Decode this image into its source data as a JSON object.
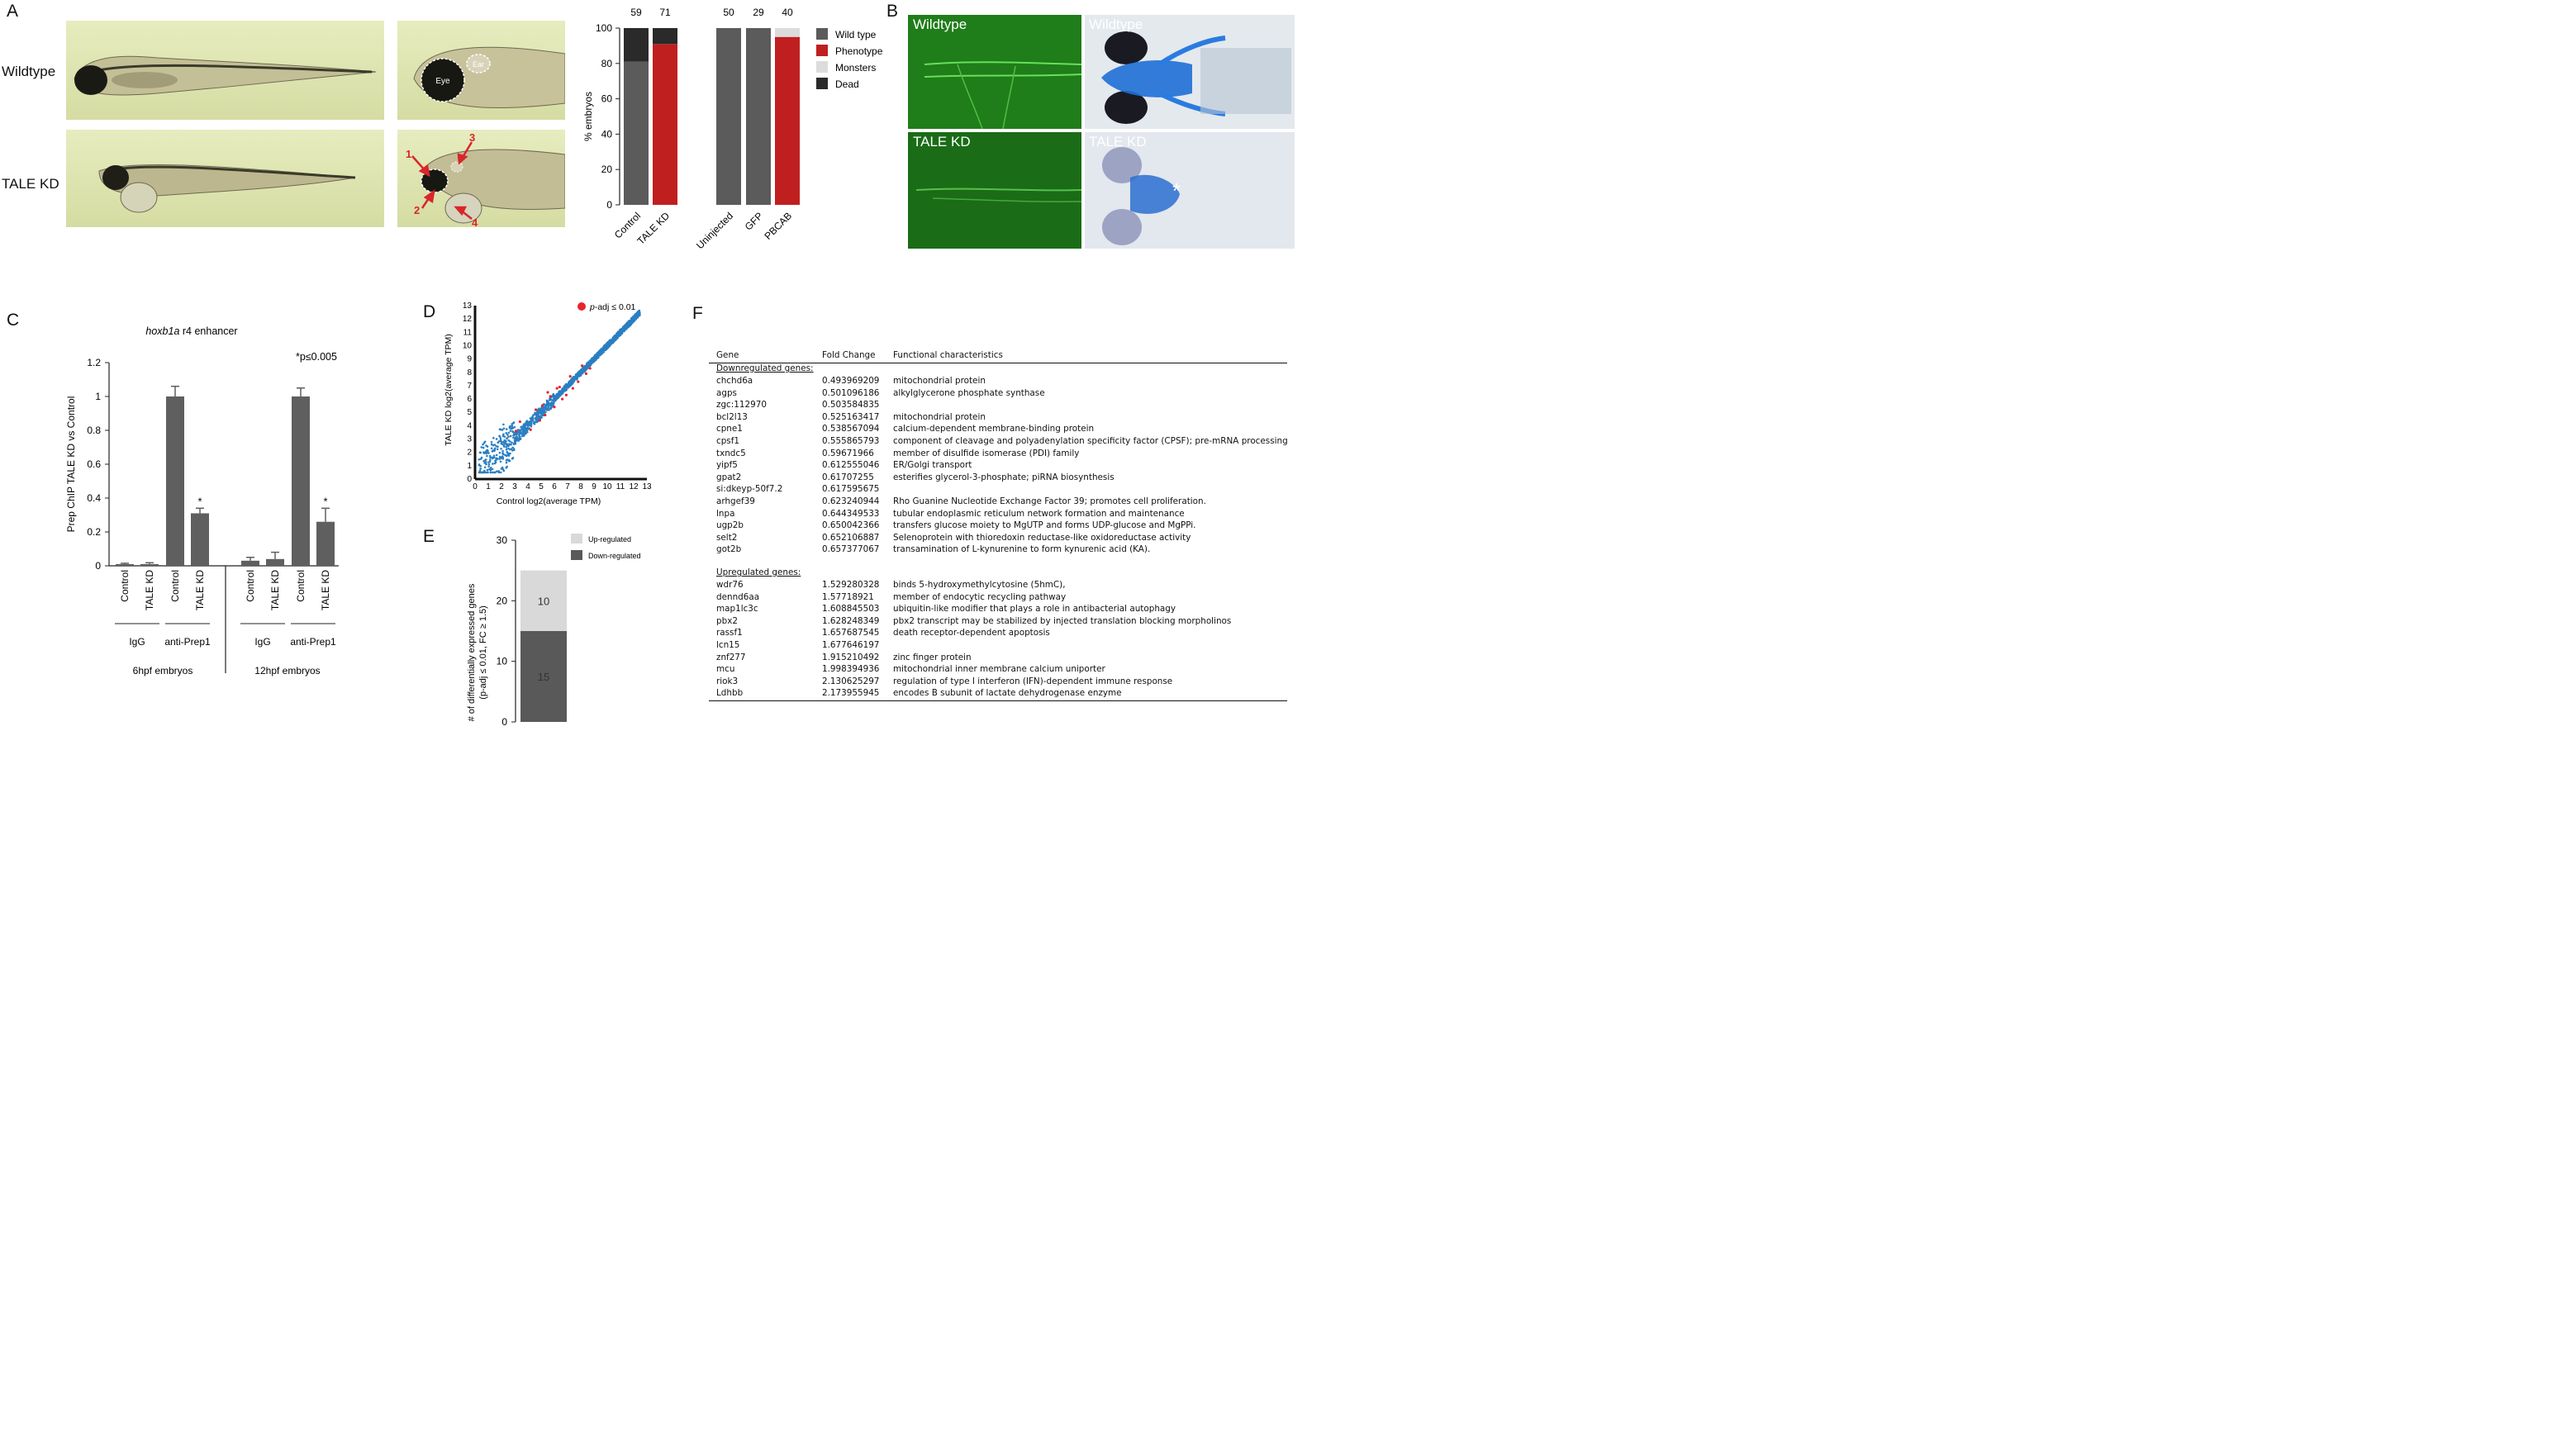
{
  "panels": {
    "A": "A",
    "B": "B",
    "C": "C",
    "D": "D",
    "E": "E",
    "F": "F"
  },
  "panelA": {
    "row_labels": [
      "Wildtype",
      "TALE KD"
    ],
    "eye_label": "Eye",
    "ear_label": "Ear",
    "arrow_numbers": [
      "1",
      "2",
      "3",
      "4"
    ],
    "arrow_color": "#d8262a"
  },
  "panelB": {
    "labels": [
      "Wildtype",
      "Wildtype",
      "TALE KD",
      "TALE KD"
    ],
    "asterisk": "*"
  },
  "chart_data": [
    {
      "id": "A-bar",
      "type": "bar",
      "stacked": true,
      "categories": [
        "Control",
        "TALE KD",
        "Uninjected",
        "GFP",
        "PBCAB"
      ],
      "counts": [
        "59",
        "71",
        "50",
        "29",
        "40"
      ],
      "ylabel": "% embryos",
      "ylim": [
        0,
        100
      ],
      "yticks": [
        0,
        20,
        40,
        60,
        80,
        100
      ],
      "legend": [
        "Wild type",
        "Phenotype",
        "Monsters",
        "Dead"
      ],
      "colors": {
        "Wild type": "#5b5b5b",
        "Phenotype": "#c01f1f",
        "Monsters": "#dcdcdc",
        "Dead": "#2a2a2a"
      },
      "series": [
        {
          "name": "Wild type",
          "values": [
            81,
            0,
            100,
            100,
            0
          ]
        },
        {
          "name": "Phenotype",
          "values": [
            0,
            91,
            0,
            0,
            95
          ]
        },
        {
          "name": "Monsters",
          "values": [
            0,
            0,
            0,
            0,
            5
          ]
        },
        {
          "name": "Dead",
          "values": [
            19,
            9,
            0,
            0,
            0
          ]
        }
      ]
    },
    {
      "id": "C-bar",
      "type": "bar",
      "title": "r4 enhancer",
      "title_gene": "hoxb1a",
      "annotation": "*p≤0.005",
      "ylabel": "Prep ChIP TALE KD vs Control",
      "ylim": [
        0,
        1.2
      ],
      "yticks": [
        "0",
        "0.2",
        "0.4",
        "0.6",
        "0.8",
        "1",
        "1.2"
      ],
      "categories": [
        "Control",
        "TALE KD",
        "Control",
        "TALE KD",
        "Control",
        "TALE KD",
        "Control",
        "TALE KD"
      ],
      "values": [
        0.01,
        0.01,
        1.0,
        0.31,
        0.03,
        0.04,
        1.0,
        0.26
      ],
      "errors": [
        0.005,
        0.008,
        0.06,
        0.03,
        0.02,
        0.04,
        0.05,
        0.08
      ],
      "significance": [
        "",
        "",
        "",
        "*",
        "",
        "",
        "",
        "*"
      ],
      "group_labels": [
        "IgG",
        "anti-Prep1",
        "IgG",
        "anti-Prep1"
      ],
      "timepoints": [
        "6hpf embryos",
        "12hpf embryos"
      ],
      "bar_color": "#5f5f5f"
    },
    {
      "id": "D-scatter",
      "type": "scatter",
      "xlabel": "Control log2(average TPM)",
      "ylabel": "TALE KD log2(average TPM)",
      "xlim": [
        0,
        13
      ],
      "ylim": [
        0,
        13
      ],
      "ticks": [
        "0",
        "1",
        "2",
        "3",
        "4",
        "5",
        "6",
        "7",
        "8",
        "9",
        "10",
        "11",
        "12",
        "13"
      ],
      "legend": "p-adj ≤ 0.01",
      "legend_italic": "p",
      "legend_rest": "-adj ≤ 0.01",
      "point_color": "#2b7fc1",
      "highlight_color": "#e8242b",
      "highlighted_points": [
        [
          3.1,
          3.6
        ],
        [
          3.4,
          4.3
        ],
        [
          4.2,
          3.7
        ],
        [
          4.6,
          5.2
        ],
        [
          5.1,
          5.5
        ],
        [
          5.3,
          4.8
        ],
        [
          5.7,
          6.2
        ],
        [
          6.0,
          5.4
        ],
        [
          6.4,
          6.9
        ],
        [
          6.6,
          6.0
        ],
        [
          6.9,
          6.3
        ],
        [
          7.2,
          7.7
        ],
        [
          7.4,
          6.8
        ],
        [
          7.8,
          7.3
        ],
        [
          8.1,
          8.5
        ],
        [
          8.4,
          7.9
        ],
        [
          8.7,
          8.3
        ],
        [
          5.5,
          6.5
        ],
        [
          6.2,
          6.8
        ],
        [
          4.9,
          4.4
        ]
      ]
    },
    {
      "id": "E-bar",
      "type": "bar",
      "stacked": true,
      "categories": [
        ""
      ],
      "ylabel_line1": "# of differentially expressed genes",
      "ylabel_line2": "(p-adj ≤ 0.01, FC ≥ 1.5)",
      "ylim": [
        0,
        30
      ],
      "yticks": [
        "0",
        "10",
        "20",
        "30"
      ],
      "legend": [
        "Up-regulated",
        "Down-regulated"
      ],
      "colors": {
        "Up-regulated": "#d9d9d9",
        "Down-regulated": "#595959"
      },
      "series": [
        {
          "name": "Down-regulated",
          "values": [
            15
          ]
        },
        {
          "name": "Up-regulated",
          "values": [
            10
          ]
        }
      ],
      "value_labels": [
        "15",
        "10"
      ]
    }
  ],
  "table": {
    "headers": [
      "Gene",
      "Fold Change",
      "Functional characteristics"
    ],
    "down_heading": "Downregulated genes:",
    "up_heading": "Upregulated genes:",
    "down": [
      [
        "chchd6a",
        "0.493969209",
        "mitochondrial protein"
      ],
      [
        "agps",
        "0.501096186",
        "alkylglycerone phosphate synthase"
      ],
      [
        "zgc:112970",
        "0.503584835",
        ""
      ],
      [
        "bcl2l13",
        "0.525163417",
        "mitochondrial protein"
      ],
      [
        "cpne1",
        "0.538567094",
        "calcium-dependent membrane-binding protein"
      ],
      [
        "cpsf1",
        "0.555865793",
        "component of cleavage and polyadenylation specificity factor (CPSF); pre-mRNA processing"
      ],
      [
        "txndc5",
        "0.59671966",
        "member of disulfide isomerase (PDI) family"
      ],
      [
        "yipf5",
        "0.612555046",
        "ER/Golgi transport"
      ],
      [
        "gpat2",
        "0.61707255",
        "esterifies glycerol-3-phosphate; piRNA biosynthesis"
      ],
      [
        "si:dkeyp-50f7.2",
        "0.617595675",
        ""
      ],
      [
        "arhgef39",
        "0.623240944",
        "Rho Guanine Nucleotide Exchange Factor 39; promotes cell proliferation."
      ],
      [
        "lnpa",
        "0.644349533",
        "tubular endoplasmic reticulum network formation and maintenance"
      ],
      [
        "ugp2b",
        "0.650042366",
        "transfers glucose moiety to MgUTP and forms UDP-glucose and MgPPi."
      ],
      [
        "selt2",
        "0.652106887",
        "Selenoprotein with thioredoxin reductase-like oxidoreductase activity"
      ],
      [
        "got2b",
        "0.657377067",
        "transamination of L-kynurenine to form kynurenic acid (KA)."
      ]
    ],
    "up": [
      [
        "wdr76",
        "1.529280328",
        "binds 5-hydroxymethylcytosine (5hmC),"
      ],
      [
        "dennd6aa",
        "1.57718921",
        "member of endocytic recycling pathway"
      ],
      [
        "map1lc3c",
        "1.608845503",
        "ubiquitin-like modifier that plays a role in antibacterial autophagy"
      ],
      [
        "pbx2",
        "1.628248349",
        "pbx2 transcript may be stabilized by injected translation blocking morpholinos"
      ],
      [
        "rassf1",
        "1.657687545",
        "death receptor-dependent apoptosis"
      ],
      [
        "lcn15",
        "1.677646197",
        ""
      ],
      [
        "znf277",
        "1.915210492",
        "zinc finger protein"
      ],
      [
        "mcu",
        "1.998394936",
        "mitochondrial inner membrane calcium uniporter"
      ],
      [
        "riok3",
        "2.130625297",
        "regulation of type I interferon (IFN)-dependent immune response"
      ],
      [
        "Ldhbb",
        "2.173955945",
        "encodes B subunit of lactate dehydrogenase enzyme"
      ]
    ]
  }
}
